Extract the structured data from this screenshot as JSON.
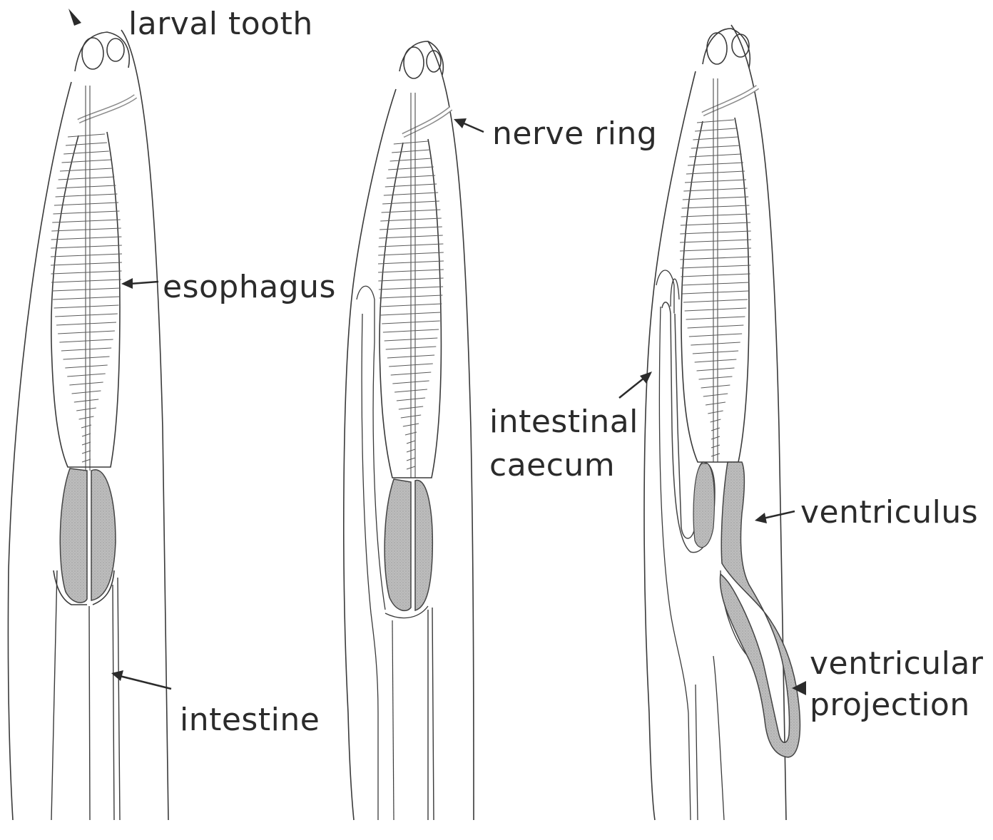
{
  "labels": {
    "larval_tooth": "larval tooth",
    "esophagus": "esophagus",
    "intestine": "intestine",
    "nerve_ring": "nerve ring",
    "intestinal_caecum_line1": "intestinal",
    "intestinal_caecum_line2": "caecum",
    "ventriculus": "ventriculus",
    "ventricular_projection_line1": "ventricular",
    "ventricular_projection_line2": "projection"
  },
  "colors": {
    "ink": "#3a3a3a",
    "shading": "#b9b9b9",
    "shading_dark": "#a3a3a3",
    "arrow": "#2b2b2b",
    "background": "#ffffff"
  }
}
